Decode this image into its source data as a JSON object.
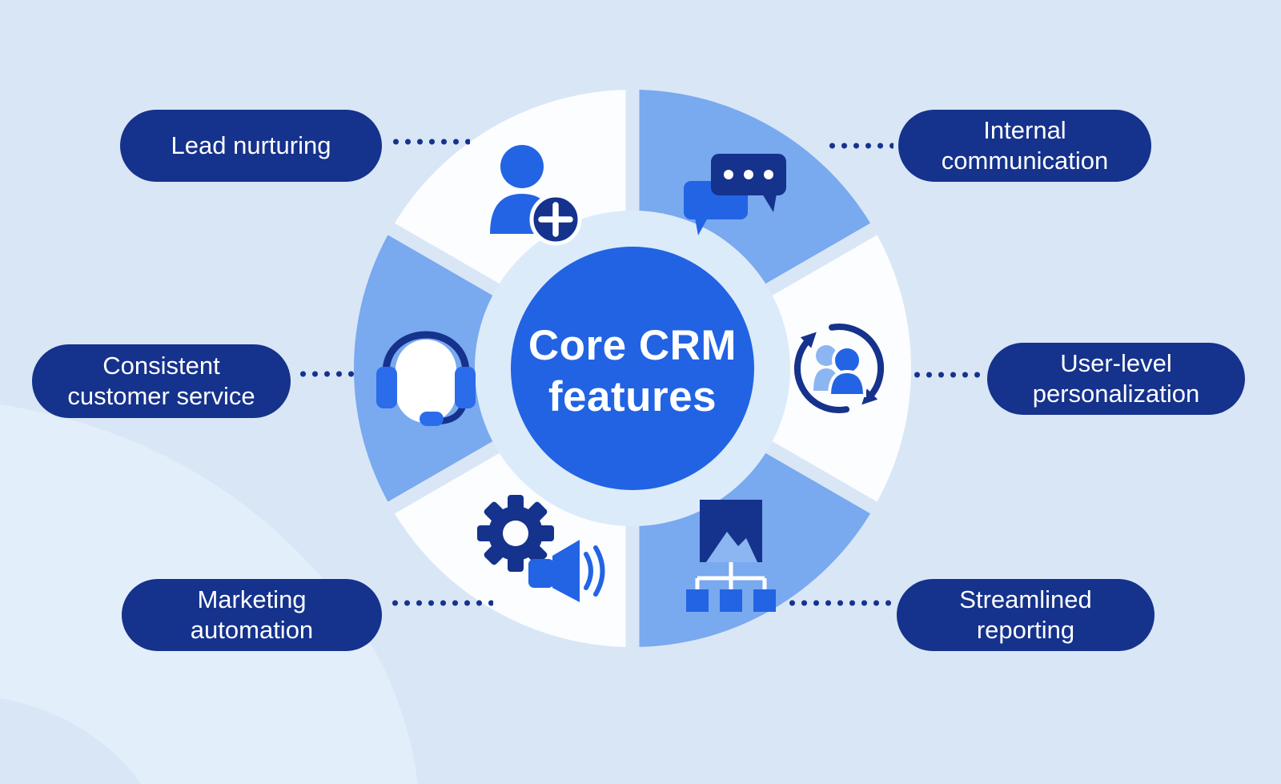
{
  "center": {
    "line1": "Core CRM",
    "line2": "features"
  },
  "features": [
    {
      "label": "Lead nurturing",
      "icon": "person-add-icon",
      "segment_color": "white",
      "position": "top-left"
    },
    {
      "label": "Internal communication",
      "icon": "chat-bubbles-icon",
      "segment_color": "light-blue",
      "position": "top-right"
    },
    {
      "label": "Consistent customer service",
      "icon": "headset-icon",
      "segment_color": "light-blue",
      "position": "middle-left"
    },
    {
      "label": "User-level personalization",
      "icon": "people-sync-icon",
      "segment_color": "white",
      "position": "middle-right"
    },
    {
      "label": "Marketing automation",
      "icon": "gear-megaphone-icon",
      "segment_color": "white",
      "position": "bottom-left"
    },
    {
      "label": "Streamlined reporting",
      "icon": "image-hierarchy-icon",
      "segment_color": "light-blue",
      "position": "bottom-right"
    }
  ],
  "colors": {
    "background": "#d9e6f6",
    "background_wave": "#e3eefb",
    "pill_navy": "#15328c",
    "center_circle_blue": "#2163e3",
    "segment_white": "#fcfdff",
    "segment_blue": "#79a9ef",
    "ring_pale": "#dcebfa",
    "icon_bright_blue": "#2264e4",
    "icon_light_blue": "#8cb6f1",
    "text_white": "#ffffff"
  }
}
